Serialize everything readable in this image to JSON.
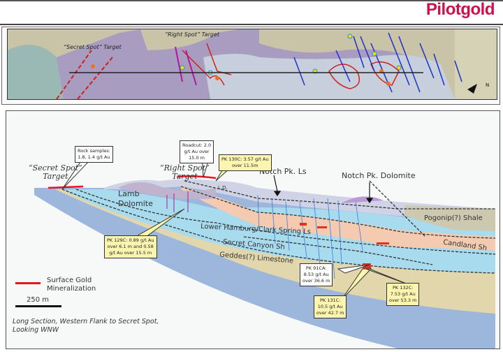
{
  "brand": {
    "logo_text": "Pilotgold",
    "color": "#d0104c"
  },
  "map": {
    "labels": {
      "secret_spot": "“Secret Spot” Target",
      "right_spot": "“Right Spot” Target"
    },
    "north_arrow": "N"
  },
  "section": {
    "targets": {
      "secret_spot_line1": "“Secret Spot”",
      "secret_spot_line2": "Target",
      "right_spot_line1": "“Right Spot”",
      "right_spot_line2": "Target"
    },
    "units": {
      "lamb_line1": "Lamb",
      "lamb_line2": "Dolomite",
      "notch_ls": "Notch Pk. Ls",
      "notch_dol": "Notch Pk. Dolomite",
      "pogonip": "Pogonip(?) Shale",
      "lower_hamburg": "Lower Hamburg/Clark Spring Ls",
      "secret_canyon": "Secret Canyon Sh",
      "geddes": "Geddes(?) Limestone",
      "candland": "Candland Sh",
      "ld": "L.D."
    },
    "callouts": {
      "rock_samples": [
        "Rock samples:",
        "1.8, 1.4 g/t Au"
      ],
      "roadcut": [
        "Roadcut: 2.0",
        "g/t Au over",
        "15.0 m"
      ],
      "pk130c": [
        "PK 130C: 3.57 g/t Au",
        "over 11.5m"
      ],
      "pk129c": [
        "PK 129C: 0.89 g/t Au",
        "over 6.1 m and 0.58",
        "g/t Au over 15.5 m"
      ],
      "pk91ca": [
        "PK 91CA:",
        "8.53 g/t Au",
        "over 36.6 m"
      ],
      "pk131c": [
        "PK 131C:",
        "10.5 g/t Au",
        "over 42.7 m"
      ],
      "pk132c": [
        "PK 132C:",
        "7.53 g/t Au",
        "over 53.3 m"
      ]
    },
    "legend": {
      "line1": "Surface Gold",
      "line2": "Mineralization",
      "color": "#e8141c"
    },
    "scale_bar": "250 m",
    "caption": [
      "Long Section, Western Flank to Secret Spot,",
      "Looking WNW"
    ]
  }
}
